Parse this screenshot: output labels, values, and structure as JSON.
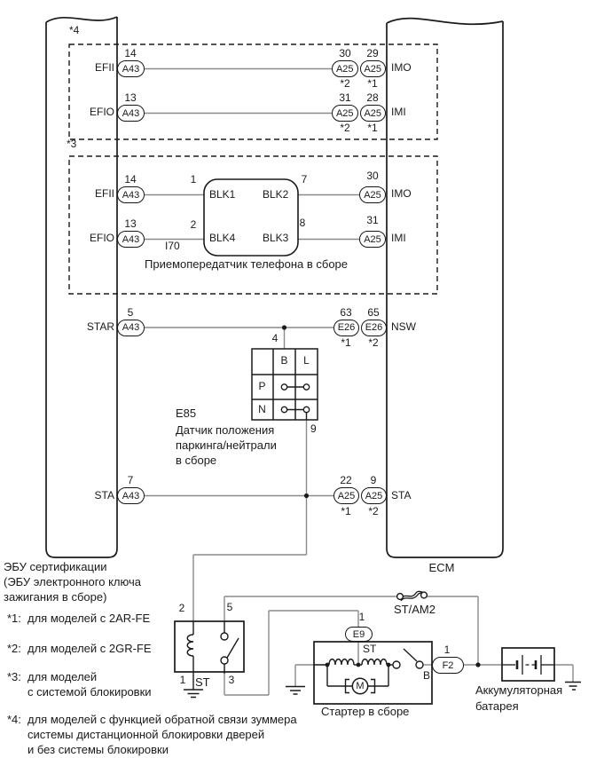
{
  "marks": {
    "box4": "*4",
    "box3": "*3"
  },
  "box4": {
    "rows": [
      {
        "signal": "EFII",
        "pin": "14",
        "conn": "A43",
        "rpin1": "30",
        "rpin2": "29",
        "rconn1": "A25",
        "rconn2": "A25",
        "rnote1": "*2",
        "rnote2": "*1",
        "rsignal": "IMO"
      },
      {
        "signal": "EFIO",
        "pin": "13",
        "conn": "A43",
        "rpin1": "31",
        "rpin2": "28",
        "rconn1": "A25",
        "rconn2": "A25",
        "rnote1": "*2",
        "rnote2": "*1",
        "rsignal": "IMI"
      }
    ]
  },
  "box3": {
    "rows": [
      {
        "signal": "EFII",
        "pin": "14",
        "conn": "A43",
        "bpin_in": "1",
        "bin": "BLK1",
        "bout": "BLK2",
        "bpin_out": "7",
        "rpin": "30",
        "rconn": "A25",
        "rsignal": "IMO"
      },
      {
        "signal": "EFIO",
        "pin": "13",
        "conn": "A43",
        "bpin_in": "2",
        "bin": "BLK4",
        "bout": "BLK3",
        "bpin_out": "8",
        "rpin": "31",
        "rconn": "A25",
        "rsignal": "IMI"
      }
    ],
    "component_id": "I70",
    "component_label": "Приемопередатчик телефона в сборе"
  },
  "star": {
    "signal": "STAR",
    "pin": "5",
    "conn": "A43",
    "rpin1": "63",
    "rpin2": "65",
    "rconn1": "E26",
    "rconn2": "E26",
    "rnote1": "*1",
    "rnote2": "*2",
    "rsignal": "NSW"
  },
  "e85": {
    "pin_top": "4",
    "pin_bottom": "9",
    "b": "B",
    "l": "L",
    "p": "P",
    "n": "N",
    "id": "E85",
    "lines": [
      "Датчик положения",
      "паркинга/нейтрали",
      "в сборе"
    ]
  },
  "sta": {
    "signal": "STA",
    "pin": "7",
    "conn": "A43",
    "rpin1": "22",
    "rpin2": "9",
    "rconn1": "A25",
    "rconn2": "A25",
    "rnote1": "*1",
    "rnote2": "*2",
    "rsignal": "STA"
  },
  "left_ecu": {
    "lines": [
      "ЭБУ сертификации",
      "(ЭБУ электронного ключа",
      "зажигания в сборе)"
    ]
  },
  "ecm": "ECM",
  "relay": {
    "p2": "2",
    "p5": "5",
    "p1": "1",
    "p3": "3",
    "label": "ST"
  },
  "e9": {
    "pin": "1",
    "id": "E9",
    "signal": "ST"
  },
  "starter": {
    "label": "Стартер в сборе",
    "b": "B",
    "m": "M"
  },
  "f2": {
    "pin": "1",
    "id": "F2"
  },
  "fusible": "ST/AM2",
  "battery": {
    "lines": [
      "Аккумуляторная",
      "батарея"
    ]
  },
  "footnotes": [
    {
      "mark": "*1:",
      "lines": [
        "для моделей с 2AR-FE"
      ]
    },
    {
      "mark": "*2:",
      "lines": [
        "для моделей с 2GR-FE"
      ]
    },
    {
      "mark": "*3:",
      "lines": [
        "для моделей",
        "с системой блокировки"
      ]
    },
    {
      "mark": "*4:",
      "lines": [
        "для моделей с функцией обратной связи зуммера",
        "системы дистанционной блокировки дверей",
        "и без системы блокировки"
      ]
    }
  ]
}
